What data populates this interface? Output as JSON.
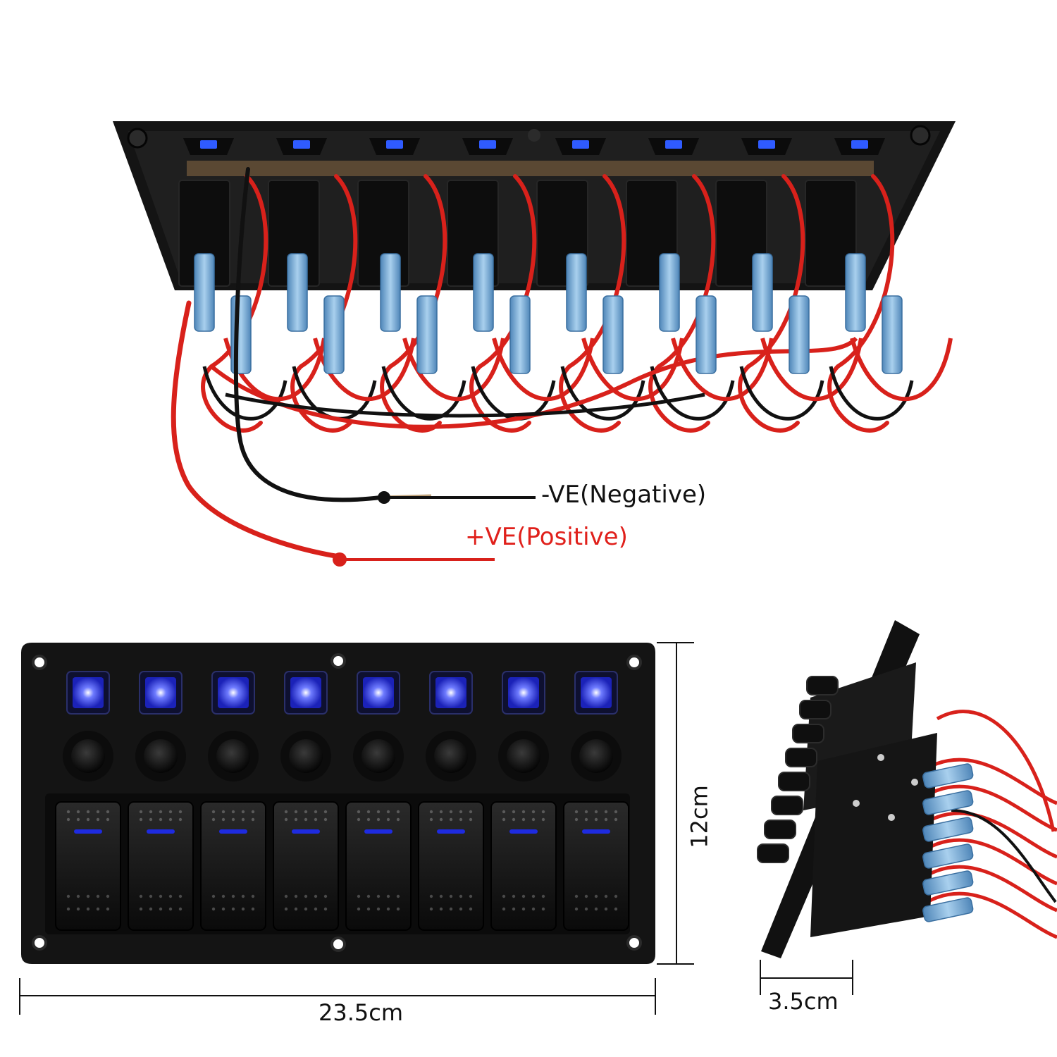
{
  "labels": {
    "negative": "-VE(Negative)",
    "positive": "+VE(Positive)",
    "width": "23.5cm",
    "height": "12cm",
    "depth": "3.5cm"
  },
  "panel": {
    "gang_count": 8
  },
  "colors": {
    "panel": "#141414",
    "indicator": "#1e2be0",
    "red_wire": "#d8211b",
    "black_wire": "#111111",
    "terminal": "#7fb3d9",
    "positive_text": "#e0201b",
    "dimension_line": "#111111"
  }
}
